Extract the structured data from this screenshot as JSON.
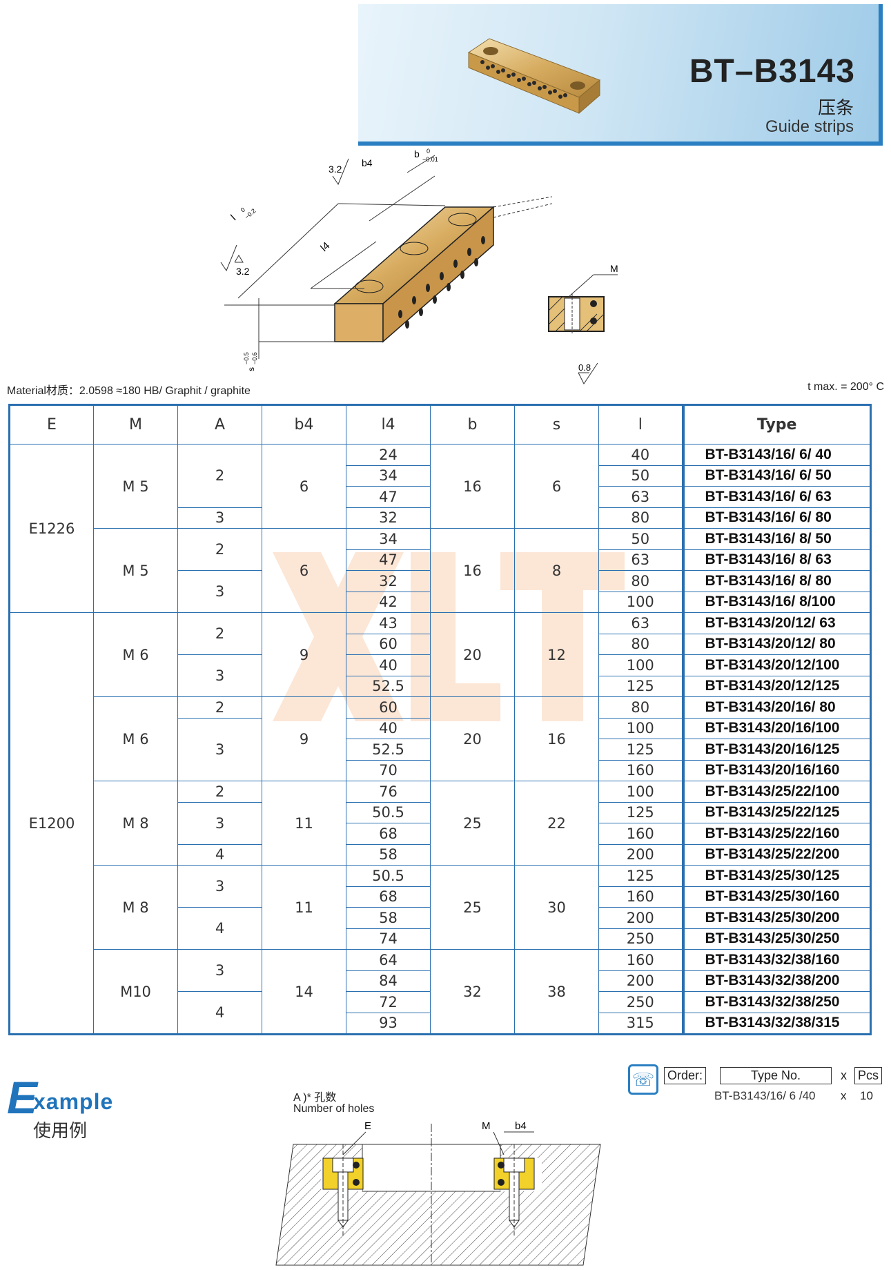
{
  "header": {
    "title": "BT–B3143",
    "title_cn": "压条",
    "title_en": "Guide strips"
  },
  "drawing_labels": {
    "b_tol": "b",
    "b_tol_upper": "0",
    "b_tol_lower": "−0.01",
    "b4": "b4",
    "roughness_top": "3.2",
    "l_tol": "l",
    "l_tol_upper": "0",
    "l_tol_lower": "−0.2",
    "l4": "l4",
    "roughness_left": "3.2",
    "s_tol": "s",
    "s_tol_upper": "−0.5",
    "s_tol_lower": "−0.6",
    "m": "M",
    "roughness_bottom": "0.8"
  },
  "material": "Material材质：2.0598 ≈180 HB/ Graphit / graphite",
  "tmax": "t max. = 200°  C",
  "table": {
    "headers": [
      "E",
      "M",
      "A",
      "b4",
      "l4",
      "b",
      "s",
      "l",
      "Type"
    ],
    "l4": [
      "24",
      "34",
      "47",
      "32",
      "34",
      "47",
      "32",
      "42",
      "43",
      "60",
      "40",
      "52.5",
      "60",
      "40",
      "52.5",
      "70",
      "76",
      "50.5",
      "68",
      "58",
      "50.5",
      "68",
      "58",
      "74",
      "64",
      "84",
      "72",
      "93"
    ],
    "l": [
      "40",
      "50",
      "63",
      "80",
      "50",
      "63",
      "80",
      "100",
      "63",
      "80",
      "100",
      "125",
      "80",
      "100",
      "125",
      "160",
      "100",
      "125",
      "160",
      "200",
      "125",
      "160",
      "200",
      "250",
      "160",
      "200",
      "250",
      "315"
    ],
    "types": [
      "BT-B3143/16/ 6/ 40",
      "BT-B3143/16/ 6/ 50",
      "BT-B3143/16/ 6/ 63",
      "BT-B3143/16/ 6/ 80",
      "BT-B3143/16/ 8/ 50",
      "BT-B3143/16/ 8/ 63",
      "BT-B3143/16/ 8/ 80",
      "BT-B3143/16/ 8/100",
      "BT-B3143/20/12/ 63",
      "BT-B3143/20/12/ 80",
      "BT-B3143/20/12/100",
      "BT-B3143/20/12/125",
      "BT-B3143/20/16/ 80",
      "BT-B3143/20/16/100",
      "BT-B3143/20/16/125",
      "BT-B3143/20/16/160",
      "BT-B3143/25/22/100",
      "BT-B3143/25/22/125",
      "BT-B3143/25/22/160",
      "BT-B3143/25/22/200",
      "BT-B3143/25/30/125",
      "BT-B3143/25/30/160",
      "BT-B3143/25/30/200",
      "BT-B3143/25/30/250",
      "BT-B3143/32/38/160",
      "BT-B3143/32/38/200",
      "BT-B3143/32/38/250",
      "BT-B3143/32/38/315"
    ],
    "e_groups": [
      "E1226",
      "E1200"
    ],
    "m_groups": [
      "M 5",
      "M 5",
      "M 6",
      "M 6",
      "M 8",
      "M 8",
      "M10"
    ],
    "a_cells": [
      "2",
      "3",
      "2",
      "3",
      "2",
      "3",
      "2",
      "3",
      "2",
      "3",
      "4",
      "3",
      "4",
      "3",
      "4"
    ],
    "b4_groups": [
      "6",
      "6",
      "9",
      "9",
      "11",
      "11",
      "14"
    ],
    "b_groups": [
      "16",
      "16",
      "20",
      "20",
      "25",
      "25",
      "32"
    ],
    "s_groups": [
      "6",
      "8",
      "12",
      "16",
      "22",
      "30",
      "38"
    ]
  },
  "example": {
    "big_letter": "E",
    "rest": "xample",
    "cn": "使用例",
    "holes_cn": "A )* 孔数",
    "holes_en": "Number of holes",
    "label_e": "E",
    "label_m": "M",
    "label_b4": "b4"
  },
  "order": {
    "label": "Order:",
    "type_no": "Type No.",
    "x": "x",
    "pcs": "Pcs",
    "value": "BT-B3143/16/ 6 /40",
    "qty": "10"
  },
  "colors": {
    "accent": "#2a7fc2",
    "table_border": "#2a6fb0",
    "bronze": "#d4a85a"
  }
}
